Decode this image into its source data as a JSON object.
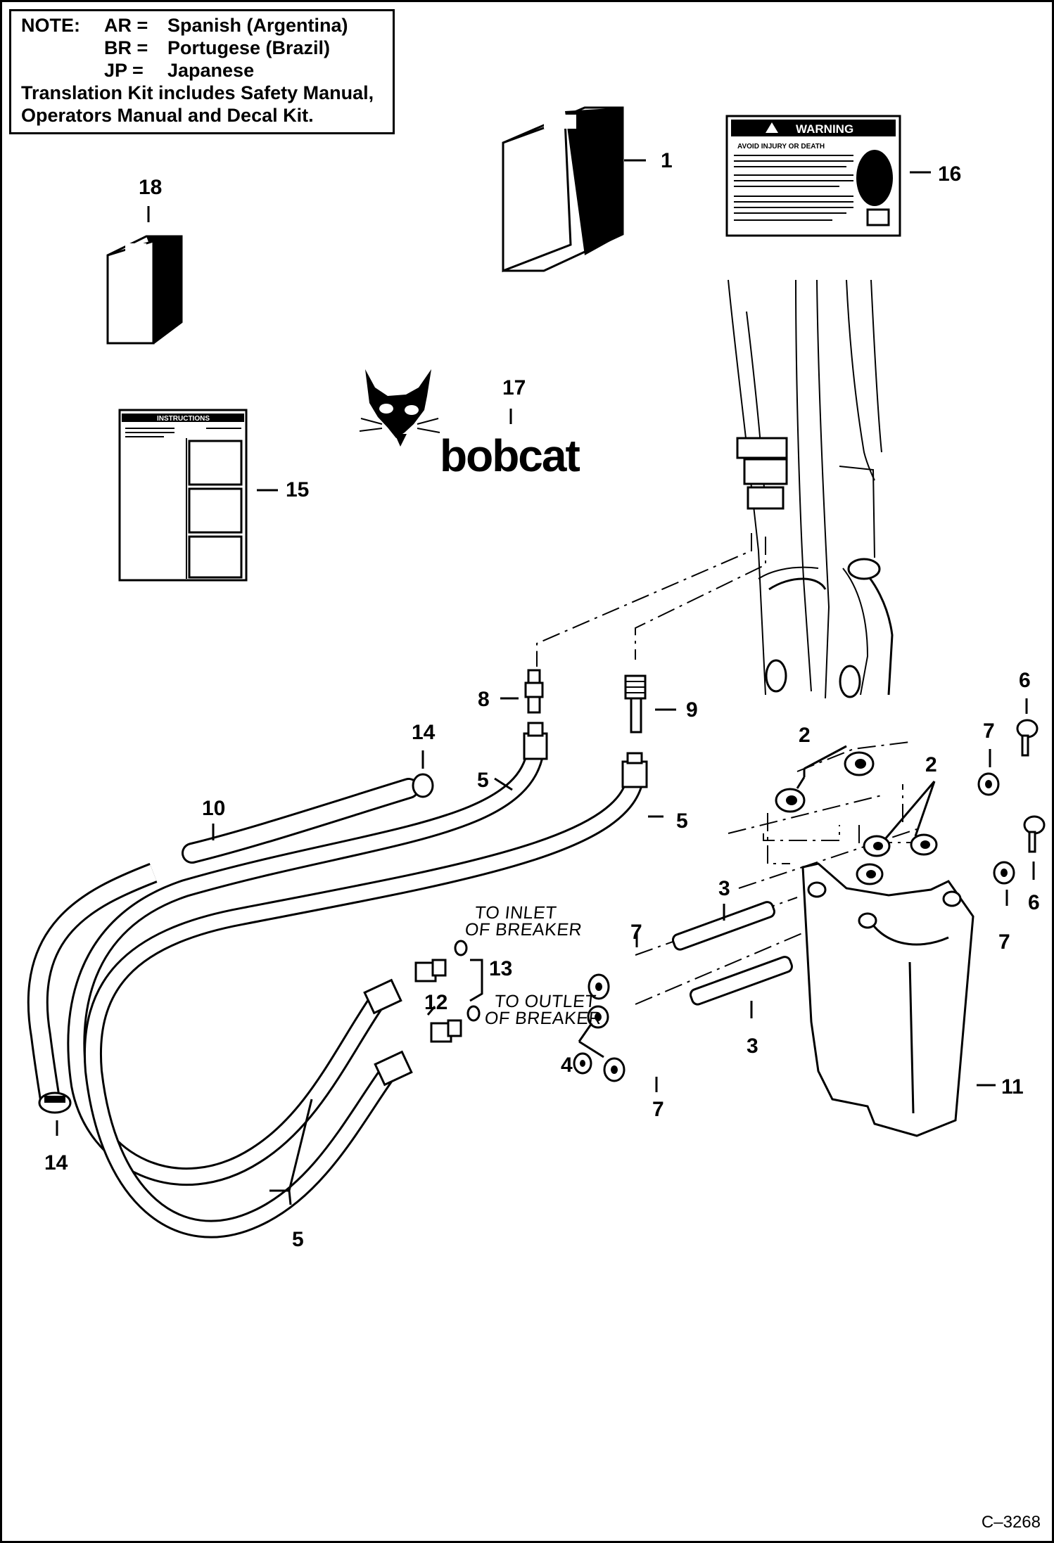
{
  "note": {
    "heading": "NOTE:",
    "entries": [
      {
        "code": "AR =",
        "language": "Spanish (Argentina)"
      },
      {
        "code": "BR =",
        "language": "Portugese (Brazil)"
      },
      {
        "code": "JP =",
        "language": "Japanese"
      }
    ],
    "kit_line_1": "Translation Kit includes Safety Manual,",
    "kit_line_2": "Operators Manual and Decal Kit."
  },
  "brand_text": "bobcat",
  "figure_id": "C–3268",
  "callouts": {
    "c1": "1",
    "c2a": "2",
    "c2b": "2",
    "c3a": "3",
    "c3b": "3",
    "c4": "4",
    "c5a": "5",
    "c5b": "5",
    "c5c": "5",
    "c6a": "6",
    "c6b": "6",
    "c7a": "7",
    "c7b": "7",
    "c7c": "7",
    "c7d": "7",
    "c8": "8",
    "c9": "9",
    "c10": "10",
    "c11": "11",
    "c12": "12",
    "c13": "13",
    "c14a": "14",
    "c14b": "14",
    "c15": "15",
    "c16": "16",
    "c17": "17",
    "c18": "18"
  },
  "routing": {
    "inlet_1": "TO INLET",
    "inlet_2": "OF BREAKER",
    "outlet_1": "TO OUTLET",
    "outlet_2": "OF BREAKER"
  },
  "warning_decal": {
    "title": "WARNING",
    "subtitle": "AVOID INJURY OR DEATH"
  },
  "instructions_sheet": {
    "title": "INSTRUCTIONS"
  }
}
